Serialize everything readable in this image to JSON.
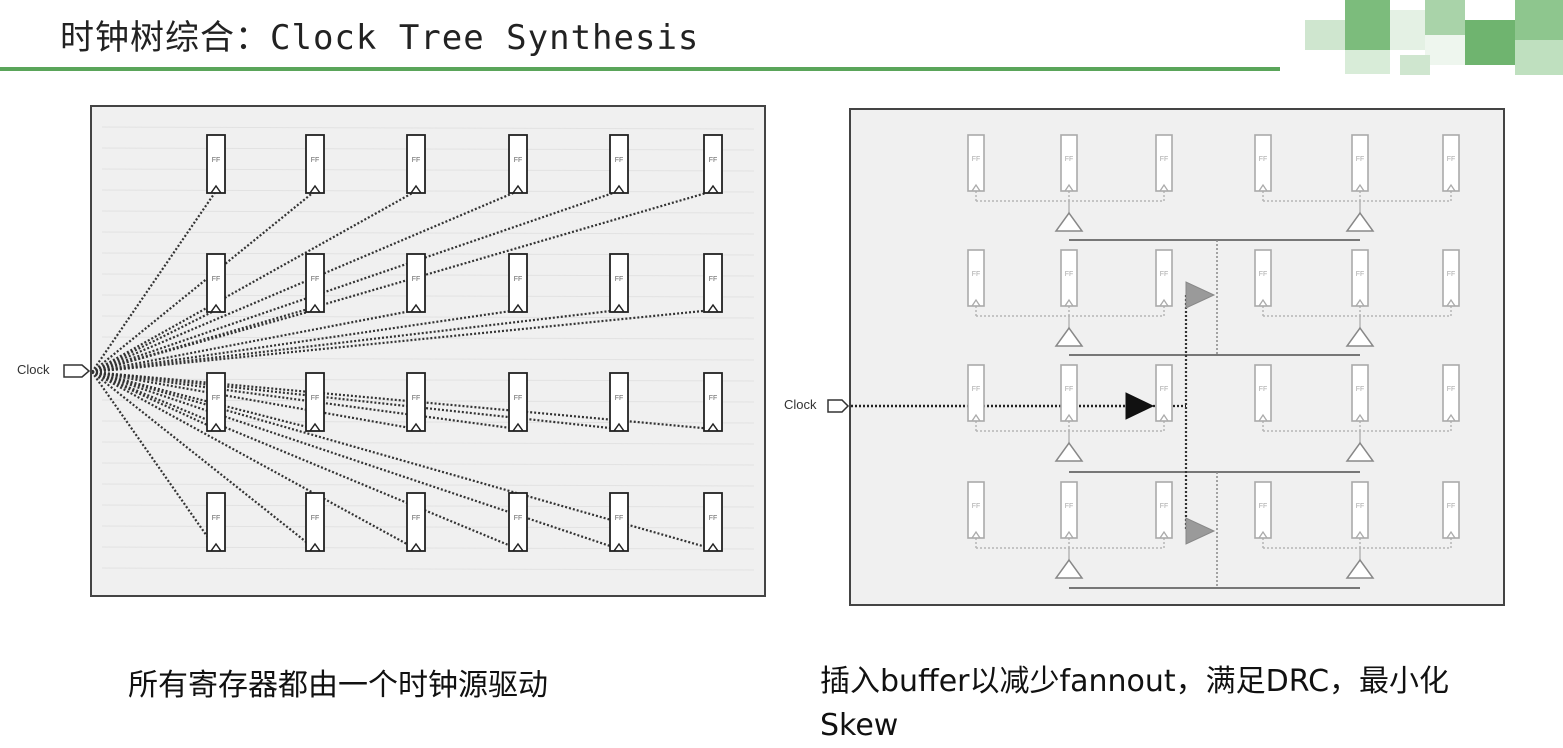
{
  "header": {
    "title": "时钟树综合：Clock Tree Synthesis"
  },
  "left_panel": {
    "clock_label": "Clock",
    "ff_label": "FF",
    "caption": "所有寄存器都由一个时钟源驱动"
  },
  "right_panel": {
    "clock_label": "Clock",
    "ff_label": "FF",
    "caption": "插入buffer以减少fannout，满足DRC，最小化Skew"
  },
  "colors": {
    "accent_rule": "#5aa55a",
    "buffer_dark": "#111111",
    "buffer_gray": "#9a9a9a"
  }
}
